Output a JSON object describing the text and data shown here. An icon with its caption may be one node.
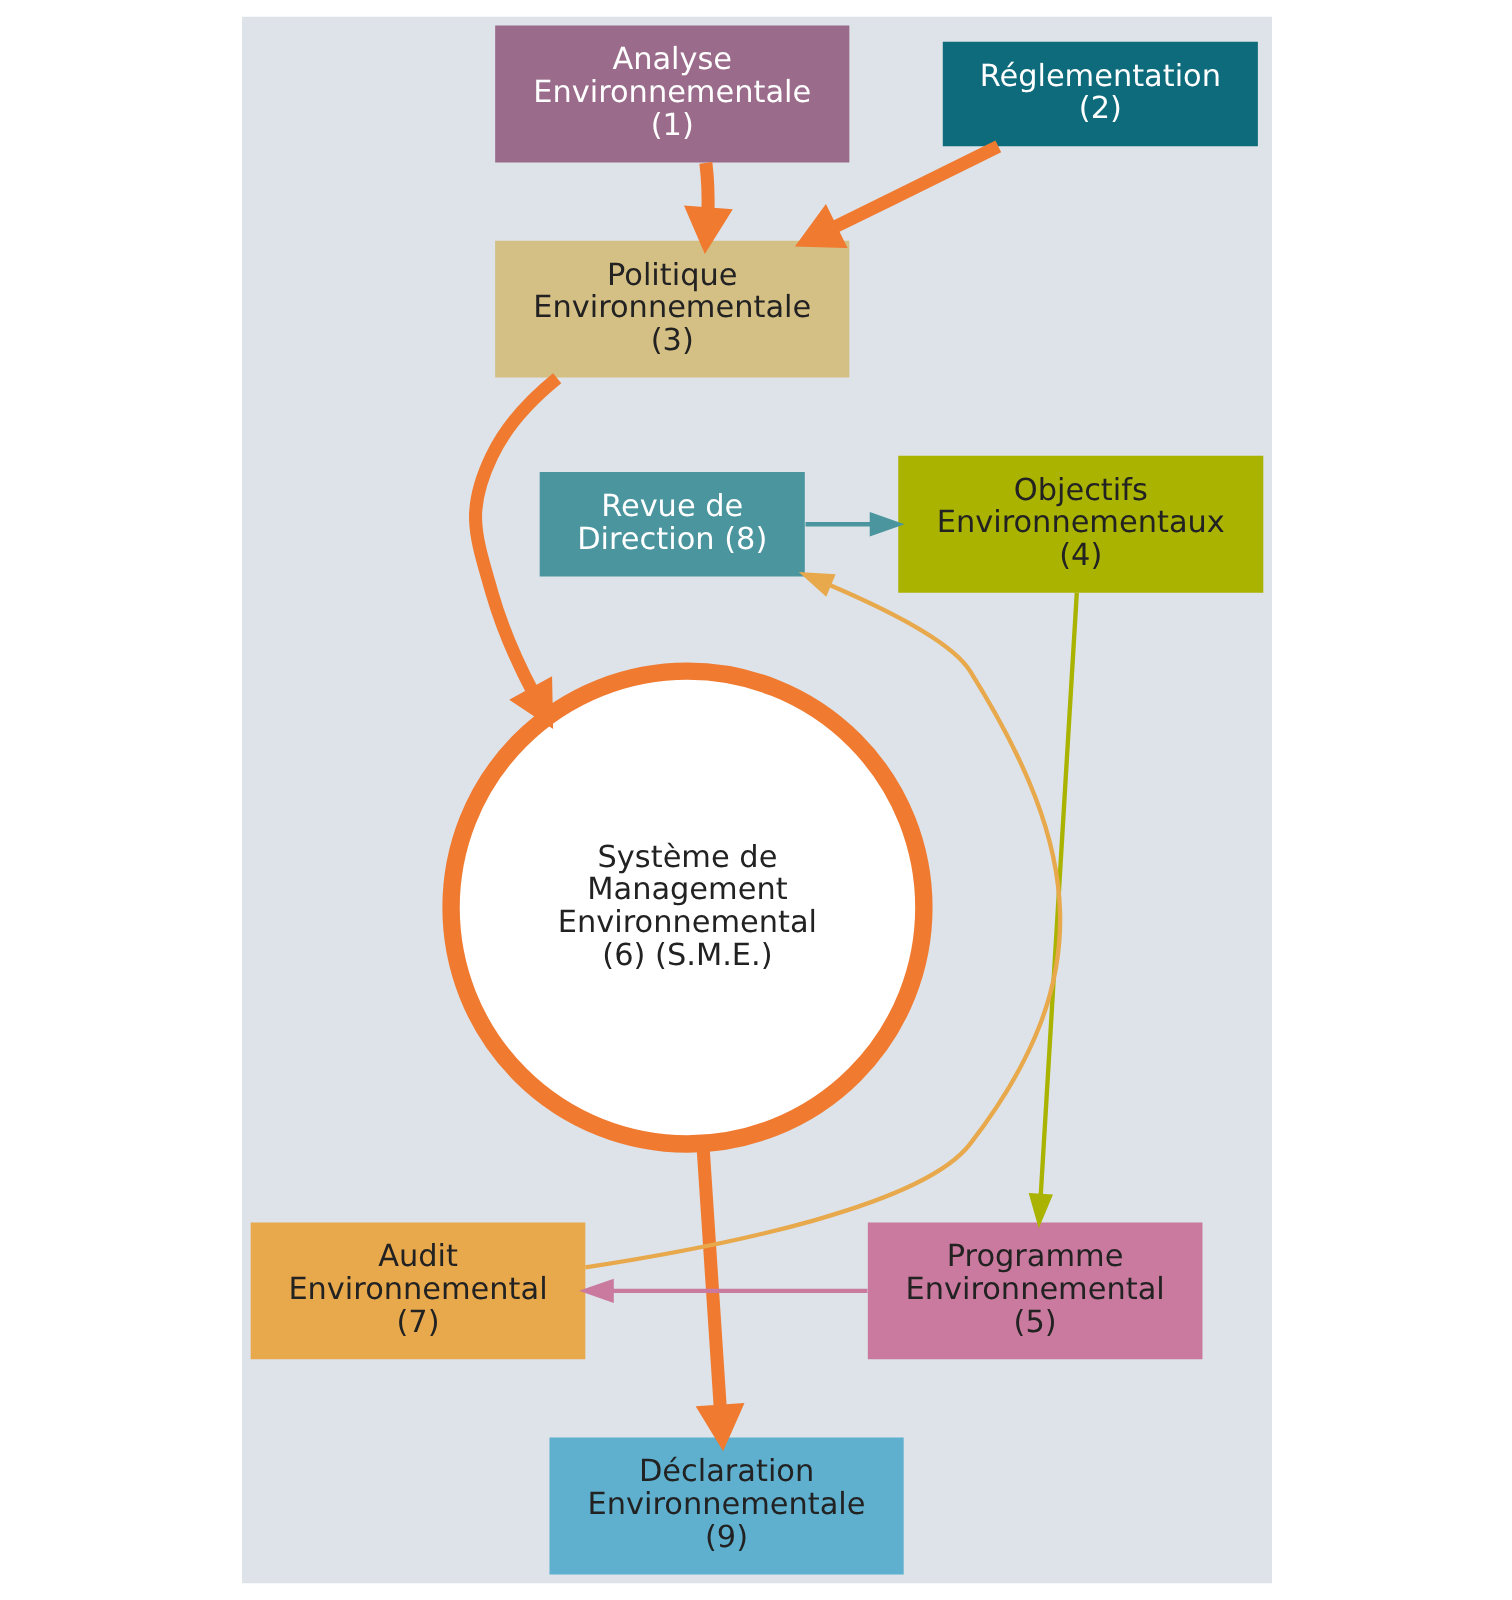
{
  "diagram": {
    "nodes": [
      {
        "text": [
          "Analyse Environnementale (1)"
        ]
      },
      {
        "text": [
          "Réglementation (2)"
        ]
      },
      {
        "text": [
          "Politique Environnementale (3)"
        ]
      },
      {
        "text": [
          "Système de Management Environnemental (6) (S.M.E.)"
        ]
      },
      {
        "text": [
          "Objectifs Environnementaux (4)"
        ]
      },
      {
        "text": [
          "Programme Environnemental (5)"
        ]
      },
      {
        "text": [
          "Audit Environnemental (7)"
        ]
      },
      {
        "text": [
          "Revue de Direction (8)"
        ]
      },
      {
        "text": [
          "Déclaration Environnementale (9)"
        ]
      }
    ],
    "edges": [
      {
        "from": 0,
        "to": 2,
        "arrow": "to",
        "style": "thick"
      },
      {
        "from": 1,
        "to": 2,
        "arrow": "to",
        "style": "thick"
      },
      {
        "from": 2,
        "to": 3,
        "arrow": "to",
        "style": "thick"
      },
      {
        "from": 7,
        "to": 4,
        "arrow": "to",
        "color": "#4a959e"
      },
      {
        "from": 4,
        "to": 5,
        "arrow": "to",
        "color": "#aab300"
      },
      {
        "from": 5,
        "to": 6,
        "arrow": "to",
        "color": "#c97a9e"
      },
      {
        "from": 6,
        "to": 7,
        "arrow": "to",
        "color": "#e8a84c"
      },
      {
        "from": 3,
        "to": 8,
        "arrow": "to",
        "style": "thick"
      }
    ]
  }
}
